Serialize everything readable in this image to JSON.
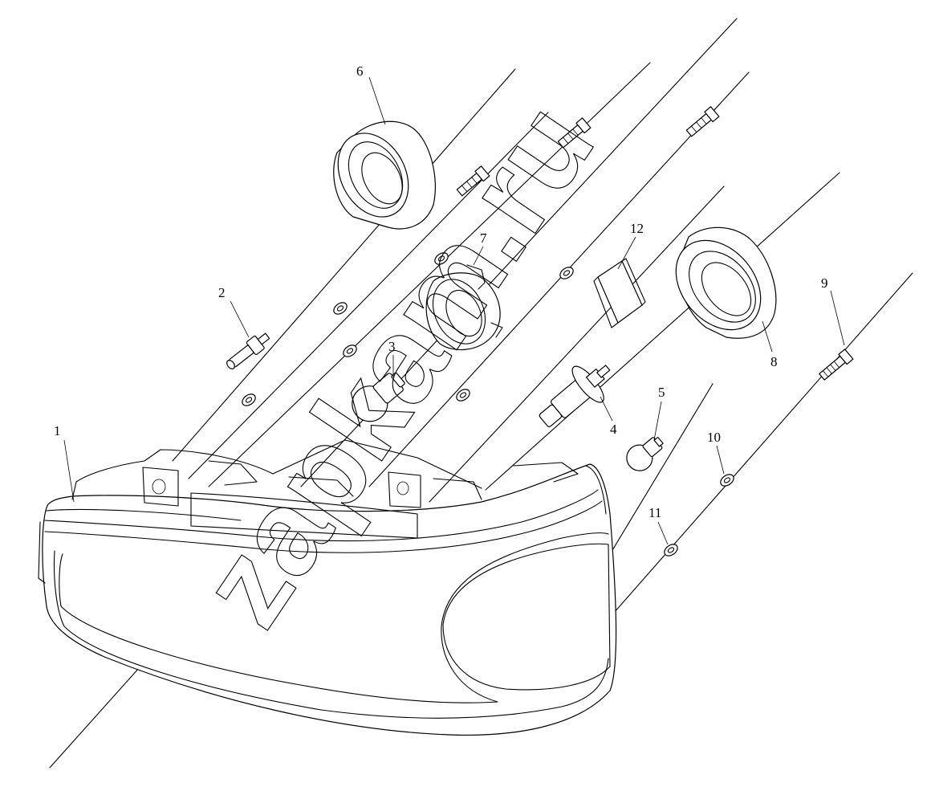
{
  "diagram": {
    "callouts": [
      {
        "id": "1",
        "text": "1"
      },
      {
        "id": "2",
        "text": "2"
      },
      {
        "id": "3",
        "text": "3"
      },
      {
        "id": "4",
        "text": "4"
      },
      {
        "id": "5",
        "text": "5"
      },
      {
        "id": "6",
        "text": "6"
      },
      {
        "id": "7",
        "text": "7"
      },
      {
        "id": "8",
        "text": "8"
      },
      {
        "id": "9",
        "text": "9"
      },
      {
        "id": "10",
        "text": "10"
      },
      {
        "id": "11",
        "text": "11"
      },
      {
        "id": "12",
        "text": "12"
      }
    ],
    "watermark": "zapkam.ru"
  }
}
